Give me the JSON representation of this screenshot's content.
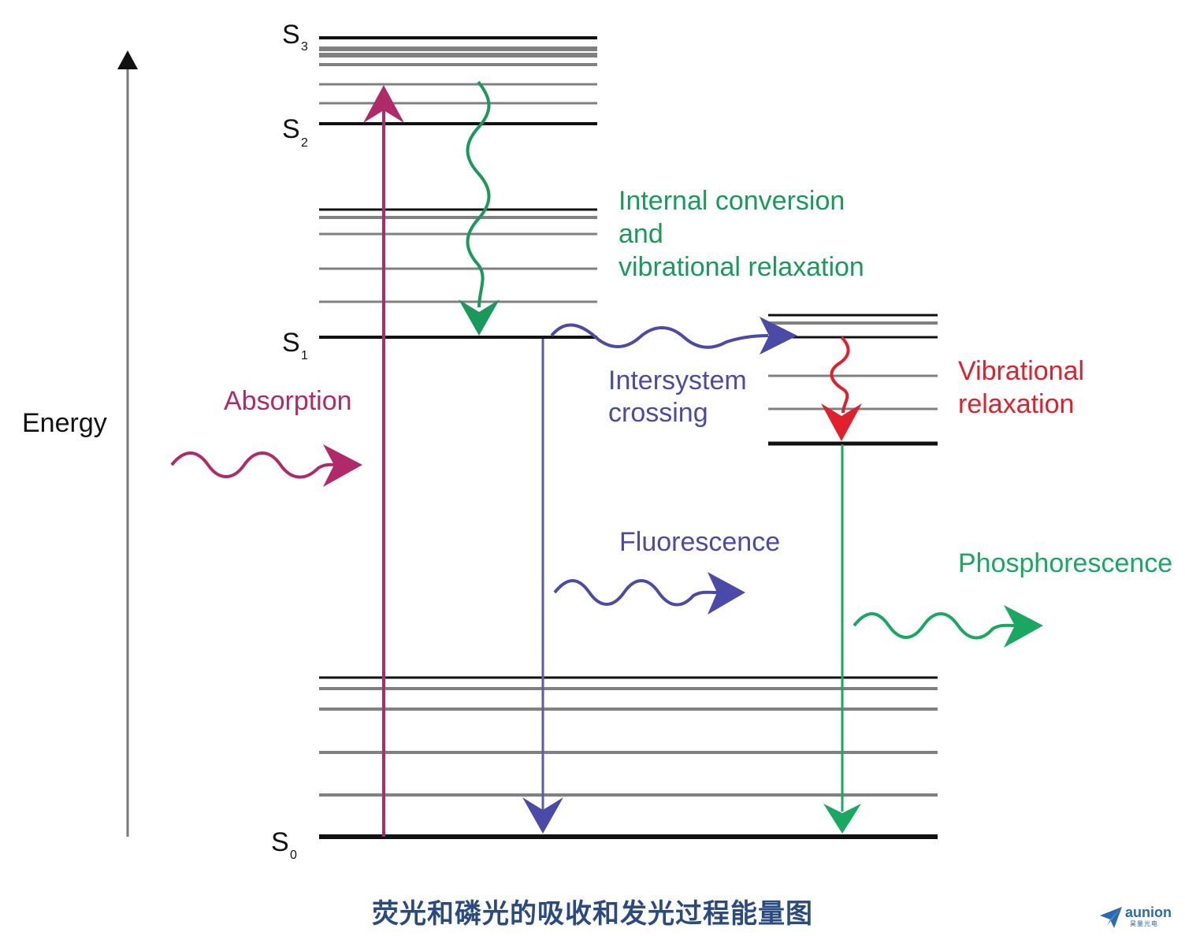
{
  "colors": {
    "black": "#111111",
    "gray": "#808080",
    "axis": "#7a7a7a",
    "absorption": "#b02a6a",
    "internal": "#1a9a5a",
    "intersystem": "#4a4aa8",
    "fluorescence": "#4a4aa8",
    "vibrational": "#e0202a",
    "phosphorescence": "#1aa860",
    "caption": "#2a4a82",
    "logo": "#2a6ab0"
  },
  "axis": {
    "label": "Energy"
  },
  "states": {
    "s3": {
      "letter": "S",
      "sub": "3"
    },
    "s2": {
      "letter": "S",
      "sub": "2"
    },
    "s1": {
      "letter": "S",
      "sub": "1"
    },
    "s0": {
      "letter": "S",
      "sub": "0"
    }
  },
  "labels": {
    "absorption": "Absorption",
    "internal_line1": "Internal conversion",
    "internal_line2": "and",
    "internal_line3": "vibrational relaxation",
    "intersystem_line1": "Intersystem",
    "intersystem_line2": "crossing",
    "vibrational_line1": "Vibrational",
    "vibrational_line2": "relaxation",
    "fluorescence": "Fluorescence",
    "phosphorescence": "Phosphorescence"
  },
  "caption": "荧光和磷光的吸收和发光过程能量图",
  "logo": {
    "word": "aunion",
    "sub": "昊量光电"
  }
}
